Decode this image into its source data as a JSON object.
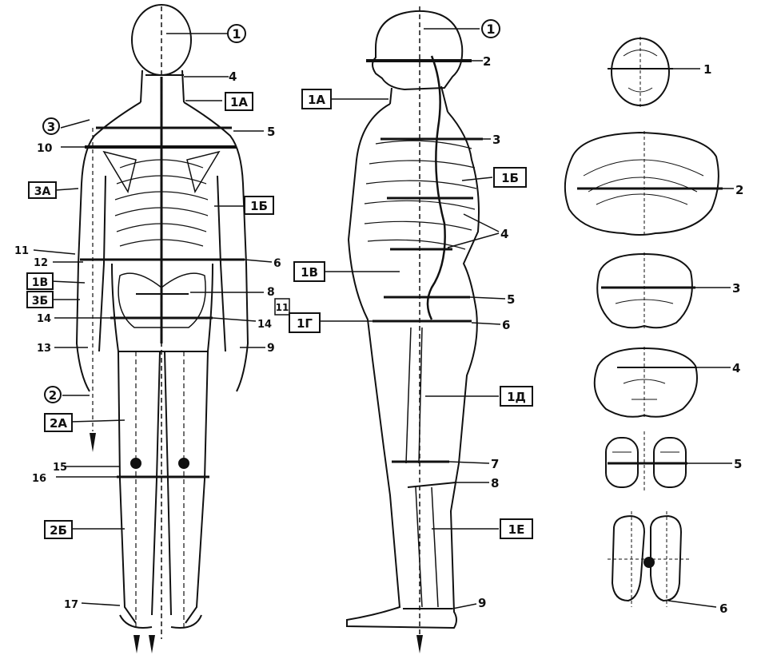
{
  "back_view": {
    "labels": {
      "circ1": "1",
      "l4": "4",
      "box1A": "1А",
      "circ3": "3",
      "l5": "5",
      "l10": "10",
      "box3A": "3А",
      "box1B": "1Б",
      "l11": "11",
      "l12": "12",
      "l6": "6",
      "box1V": "1В",
      "box3B": "3Б",
      "l8": "8",
      "box11": "11",
      "l14a": "14",
      "l14b": "14",
      "l13": "13",
      "l9": "9",
      "circ2": "2",
      "box2A": "2А",
      "l15": "15",
      "l16": "16",
      "box2B": "2Б",
      "l17": "17"
    }
  },
  "side_view": {
    "labels": {
      "circ1": "1",
      "l2": "2",
      "box1A": "1А",
      "l3": "3",
      "box1B": "1Б",
      "l4": "4",
      "box1V": "1В",
      "l5": "5",
      "box1G": "1Г",
      "l6": "6",
      "box1D": "1Д",
      "l7": "7",
      "l8": "8",
      "box1E": "1Е",
      "l9": "9"
    }
  },
  "sections": {
    "labels": [
      "1",
      "2",
      "3",
      "4",
      "5",
      "6"
    ]
  },
  "colors": {
    "ink": "#111111",
    "paper": "#ffffff"
  }
}
